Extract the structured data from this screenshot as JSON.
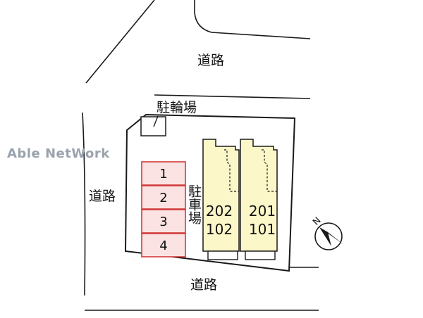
{
  "watermark": "Able NetWork",
  "roads": {
    "top": "道路",
    "left": "道路",
    "bottom": "道路"
  },
  "bicycle_parking": "駐輪場",
  "car_parking": "駐車場",
  "parking_spaces": [
    "1",
    "2",
    "3",
    "4"
  ],
  "buildings": [
    {
      "upper": "202",
      "lower": "102"
    },
    {
      "upper": "201",
      "lower": "101"
    }
  ],
  "compass": {
    "label": "N"
  },
  "colors": {
    "line": "#1a1a1a",
    "parking_border": "#d23a3a",
    "parking_fill": "#fbe3e3",
    "building_fill": "#fbf7c8",
    "lot_fill": "#ffffff",
    "watermark": "#9aa3ad"
  }
}
